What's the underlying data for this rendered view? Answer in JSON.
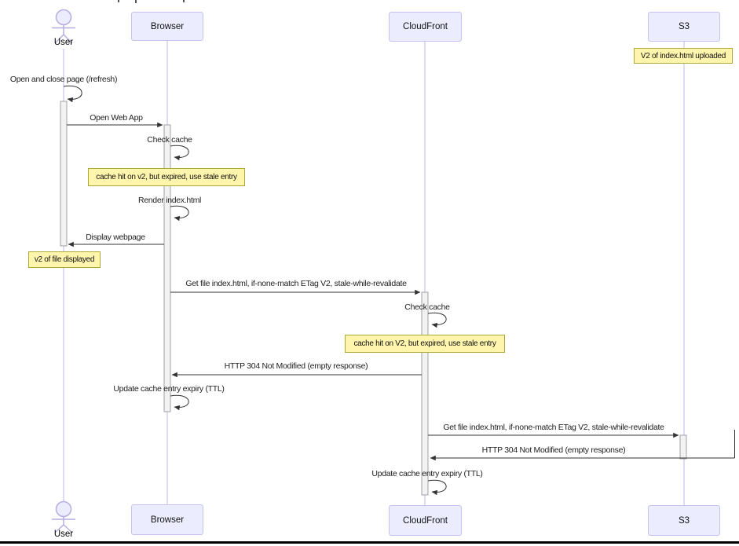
{
  "diagram": {
    "type": "sequence-diagram",
    "actors": {
      "user": {
        "label": "User",
        "kind": "actor"
      },
      "browser": {
        "label": "Browser",
        "kind": "participant"
      },
      "cloudfront": {
        "label": "CloudFront",
        "kind": "participant"
      },
      "s3": {
        "label": "S3",
        "kind": "participant"
      }
    },
    "notes": {
      "s3_upload": {
        "text": "V2 of index.html uploaded",
        "over": "S3"
      },
      "browser_cache_hit": {
        "text": "cache hit on v2, but expired, use stale entry",
        "over": "Browser"
      },
      "user_file_displayed": {
        "text": "v2 of file displayed",
        "over": "User"
      },
      "cloudfront_cache_hit": {
        "text": "cache hit on V2, but expired, use stale entry",
        "over": "CloudFront"
      }
    },
    "messages": {
      "m1": {
        "text": "Open and close page (/refresh)",
        "from": "User",
        "to": "User"
      },
      "m2": {
        "text": "Open Web App",
        "from": "User",
        "to": "Browser"
      },
      "m3": {
        "text": "Check cache",
        "from": "Browser",
        "to": "Browser"
      },
      "m4": {
        "text": "Render index.html",
        "from": "Browser",
        "to": "Browser"
      },
      "m5": {
        "text": "Display webpage",
        "from": "Browser",
        "to": "User"
      },
      "m6": {
        "text": "Get file index.html, if-none-match ETag V2, stale-while-revalidate",
        "from": "Browser",
        "to": "CloudFront"
      },
      "m7": {
        "text": "Check cache",
        "from": "CloudFront",
        "to": "CloudFront"
      },
      "m8": {
        "text": "HTTP 304 Not Modified (empty response)",
        "from": "CloudFront",
        "to": "Browser"
      },
      "m9": {
        "text": "Update cache entry expiry (TTL)",
        "from": "Browser",
        "to": "Browser"
      },
      "m10": {
        "text": "Get file index.html, if-none-match ETag V2, stale-while-revalidate",
        "from": "CloudFront",
        "to": "S3"
      },
      "m11": {
        "text": "HTTP 304 Not Modified (empty response)",
        "from": "S3",
        "to": "CloudFront"
      },
      "m12": {
        "text": "Update cache entry expiry (TTL)",
        "from": "CloudFront",
        "to": "CloudFront"
      }
    },
    "colors": {
      "participant_fill": "#ECECFF",
      "participant_border": "#c6c2ef",
      "note_fill": "#FFF5AD",
      "note_border": "#AAAA33",
      "lifeline": "#c9c5ec",
      "activation_fill": "#f2f2f2",
      "activation_border": "#999999",
      "arrow": "#333333"
    }
  }
}
